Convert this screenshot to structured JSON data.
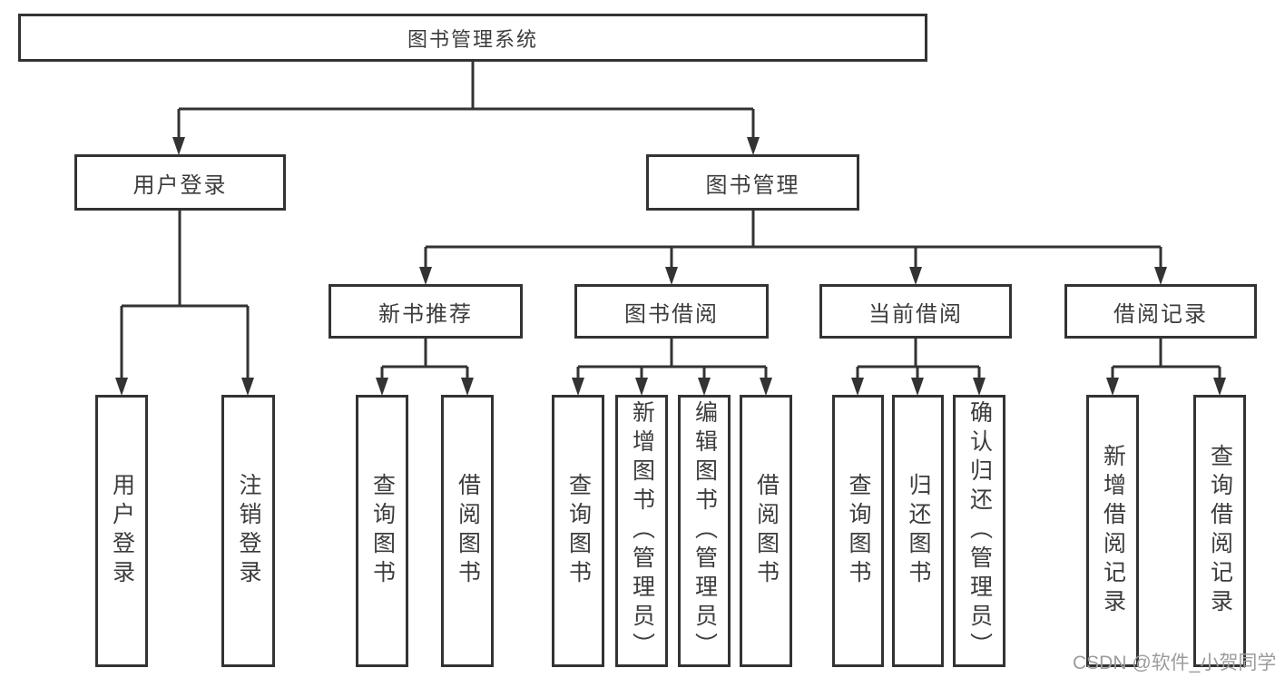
{
  "diagram_type": "hierarchy-tree",
  "nodes": {
    "root": {
      "label": "图书管理系统"
    },
    "branches": [
      {
        "label": "用户登录",
        "children": [
          "用户登录",
          "注销登录"
        ]
      },
      {
        "label": "图书管理",
        "children": [
          "新书推荐",
          "图书借阅",
          "当前借阅",
          "借阅记录"
        ]
      }
    ],
    "modules": [
      {
        "label": "新书推荐",
        "children": [
          "查询图书",
          "借阅图书"
        ]
      },
      {
        "label": "图书借阅",
        "children": [
          "查询图书",
          "新增图书（管理员）",
          "编辑图书（管理员）",
          "借阅图书"
        ]
      },
      {
        "label": "当前借阅",
        "children": [
          "查询图书",
          "归还图书",
          "确认归还（管理员）"
        ]
      },
      {
        "label": "借阅记录",
        "children": [
          "新增借阅记录",
          "查询借阅记录"
        ]
      }
    ],
    "leaves": [
      {
        "label": "用户登录"
      },
      {
        "label": "注销登录"
      },
      {
        "label": "查询图书"
      },
      {
        "label": "借阅图书"
      },
      {
        "label": "查询图书"
      },
      {
        "label": "新增图书（管理员）"
      },
      {
        "label": "编辑图书（管理员）"
      },
      {
        "label": "借阅图书"
      },
      {
        "label": "查询图书"
      },
      {
        "label": "归还图书"
      },
      {
        "label": "确认归还（管理员）"
      },
      {
        "label": "新增借阅记录"
      },
      {
        "label": "查询借阅记录"
      }
    ]
  },
  "watermark": "CSDN @软件_小贺同学",
  "colors": {
    "line": "#333333",
    "box_border": "#333333",
    "text": "#3c3c3c",
    "watermark": "#9c9c9c",
    "background": "#ffffff"
  }
}
